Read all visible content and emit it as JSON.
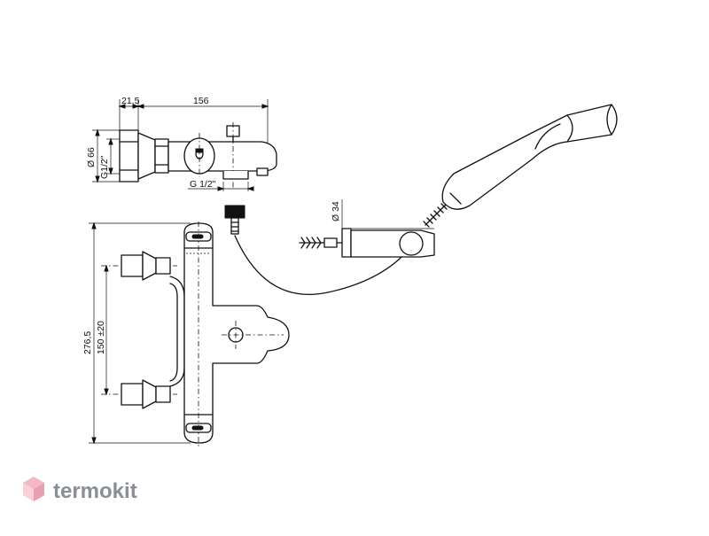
{
  "dimensions": {
    "top_small": "21,5",
    "top_length": "156",
    "diameter_inlet": "Ø 66",
    "thread_side": "G1/2\"",
    "thread_bottom": "G  1/2\"",
    "holder_diameter": "Ø 34",
    "height": "276,5",
    "center_distance": "150 ±20"
  },
  "logo": {
    "text": "termokit",
    "text_color": "#8a8f96",
    "mark_colors": [
      "#f3b8c4",
      "#f7d0d8",
      "#e8a0b2"
    ]
  }
}
